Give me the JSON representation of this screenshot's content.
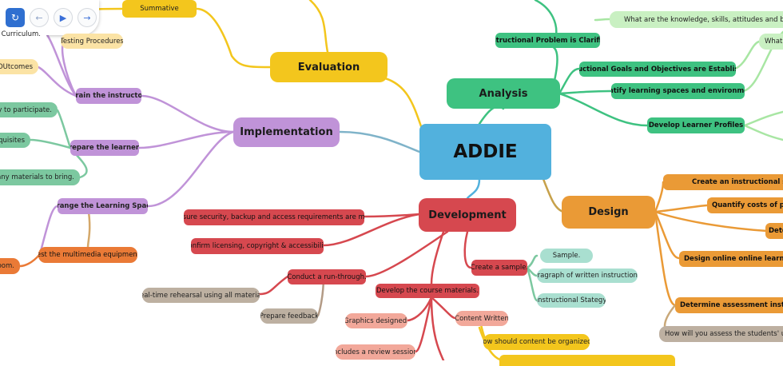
{
  "root": {
    "label": "ADDIE",
    "color": "#52b1dd"
  },
  "branches": {
    "analysis": {
      "label": "Analysis",
      "color": "#3ec281"
    },
    "design": {
      "label": "Design",
      "color": "#ea9a36"
    },
    "development": {
      "label": "Development",
      "color": "#d6484f"
    },
    "implementation": {
      "label": "Implementation",
      "color": "#c093d8"
    },
    "evaluation": {
      "label": "Evaluation",
      "color": "#f3c61d"
    }
  },
  "analysis": {
    "problem": "Instructional Problem is Clarified",
    "goals": "Instructional Goals and Objectives are Established.",
    "spaces": "Identify learning spaces and environment.",
    "profiles": "Develop Learner Profiles",
    "knowledge": "What are the knowledge, skills, attitudes and behaviors",
    "what": "What"
  },
  "design": {
    "strategy": "Create an instructional strategy",
    "costs": "Quantify costs of project",
    "dete": "Dete",
    "online": "Design online online learning spaces",
    "assessment": "Determine assessment instruments",
    "assess_q": "How will you assess the students' understanding"
  },
  "development": {
    "security": "Ensure security, backup and access requirements are met.",
    "licensing": "Confirm licensing, copyright & accessibility.",
    "sample": "Create a sample.",
    "sample_leaf": "Sample.",
    "paragraph": "Pragraph of written instructions",
    "strategy": "Instructional Stategy",
    "runthrough": "Conduct a run-through.",
    "rehearsal": "Real-time rehearsal using all materials",
    "feedback": "Prepare feedback",
    "materials": "Develop the course materials.",
    "graphics": "Graphics designed.",
    "review": "Includes a review session.",
    "content": "Content Written",
    "organized": "How should content be organized?"
  },
  "implementation": {
    "train": "Train the instructor",
    "prepare": "Prepare the learners.",
    "arrange": "Arrange the Learning Space.",
    "multimedia": "Test the multimedia equipment.",
    "room": "room.",
    "outcomes": "ing OUtcomes",
    "participate": "ssary to participate.",
    "requisites": "requisites",
    "bring": "and any materials to bring.",
    "curriculum": "se Curriculum."
  },
  "evaluation": {
    "summative": "Summative",
    "testing": "Testing Procedures"
  },
  "toolbar": {
    "icons": [
      "refresh-icon",
      "back-arrow-icon",
      "play-icon",
      "forward-arrow-icon"
    ]
  }
}
